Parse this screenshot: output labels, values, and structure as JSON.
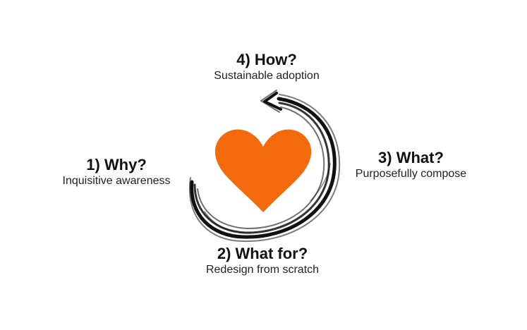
{
  "diagram": {
    "steps": [
      {
        "id": "how",
        "title": "4) How?",
        "subtitle": "Sustainable adoption"
      },
      {
        "id": "why",
        "title": "1) Why?",
        "subtitle": "Inquisitive awareness"
      },
      {
        "id": "what",
        "title": "3) What?",
        "subtitle": "Purposefully compose"
      },
      {
        "id": "whatfor",
        "title": "2) What for?",
        "subtitle": "Redesign from scratch"
      }
    ],
    "colors": {
      "heart": "#f26a0c",
      "arrow": "#111111",
      "text": "#111111"
    },
    "center_icon": "heart-icon",
    "cycle_icon": "circular-arrow-icon"
  }
}
